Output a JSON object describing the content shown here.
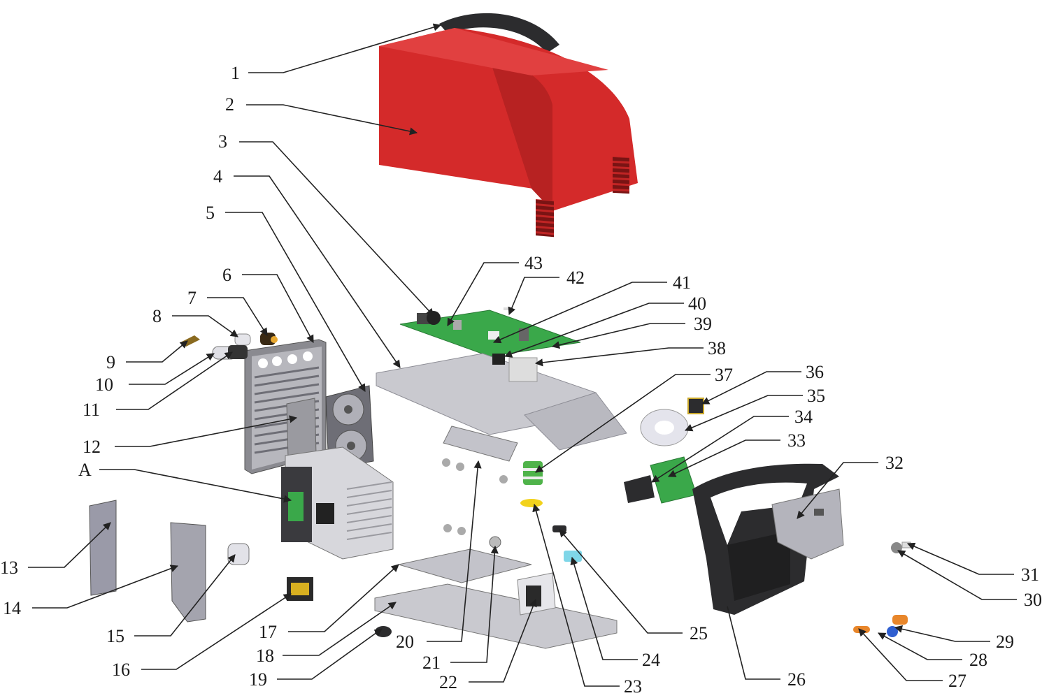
{
  "diagram": {
    "labels": [
      "1",
      "2",
      "3",
      "4",
      "5",
      "6",
      "7",
      "8",
      "9",
      "10",
      "11",
      "12",
      "A",
      "13",
      "14",
      "15",
      "16",
      "17",
      "18",
      "19",
      "20",
      "21",
      "22",
      "23",
      "24",
      "25",
      "26",
      "27",
      "28",
      "29",
      "30",
      "31",
      "32",
      "33",
      "34",
      "35",
      "36",
      "37",
      "38",
      "39",
      "40",
      "41",
      "42",
      "43"
    ],
    "colors": {
      "housing": "#d42a2a",
      "housing_dark": "#a81d1d",
      "pcb": "#3aa84a",
      "metal": "#c9c9cf",
      "metal_dark": "#8e8e96",
      "plastic_black": "#2c2c2e",
      "orange": "#e8862a",
      "blue": "#2f5fd0",
      "cyan": "#7fd6e8",
      "yellow": "#f2d21c",
      "coil_green": "#4fb34a"
    }
  }
}
